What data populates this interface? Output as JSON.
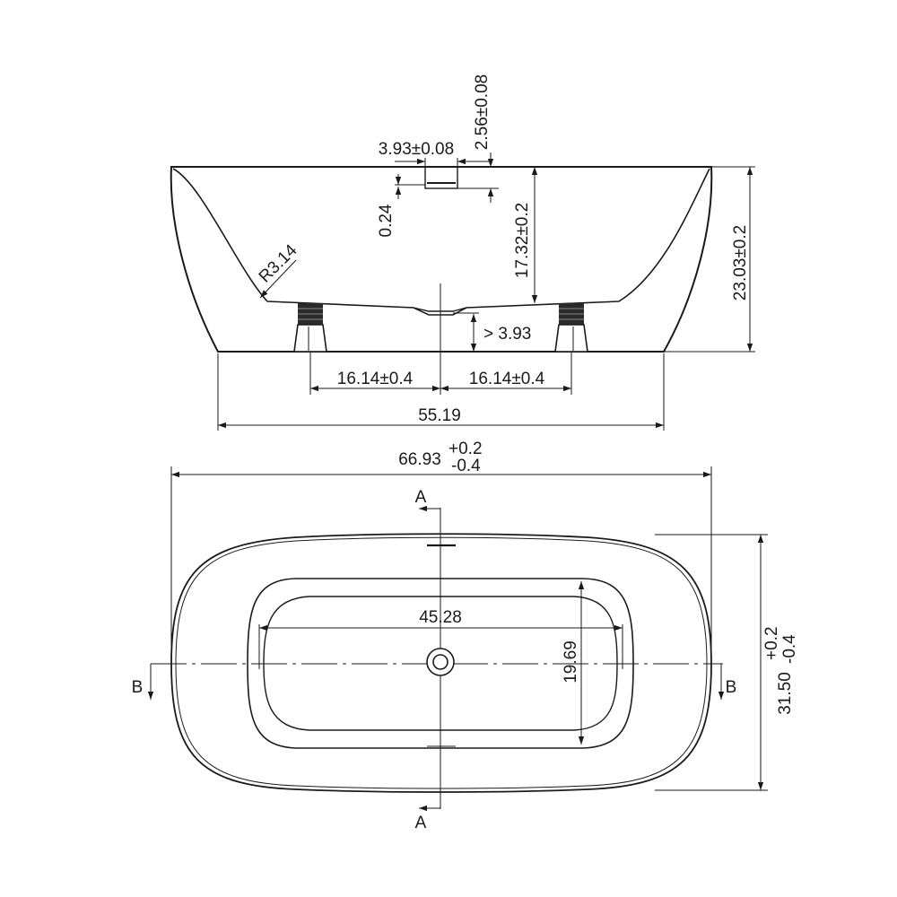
{
  "side_view": {
    "dim_drain_width": "3.93±0.08",
    "dim_drain_offset": "2.56±0.08",
    "dim_drain_thickness": "0.24",
    "dim_radius": "R3.14",
    "dim_inner_depth": "17.32±0.2",
    "dim_total_height": "23.03±0.2",
    "dim_clearance": "> 3.93",
    "dim_leg_left": "16.14±0.4",
    "dim_leg_right": "16.14±0.4",
    "dim_base_length": "55.19"
  },
  "top_view": {
    "dim_overall_length": "66.93",
    "tol_length_plus": "+0.2",
    "tol_length_minus": "-0.4",
    "dim_inner_length": "45.28",
    "dim_inner_width": "19.69",
    "dim_overall_width": "31.50",
    "tol_width_plus": "+0.2",
    "tol_width_minus": "-0.4",
    "section_a_top": "A",
    "section_a_bottom": "A",
    "section_b_left": "B",
    "section_b_right": "B"
  }
}
